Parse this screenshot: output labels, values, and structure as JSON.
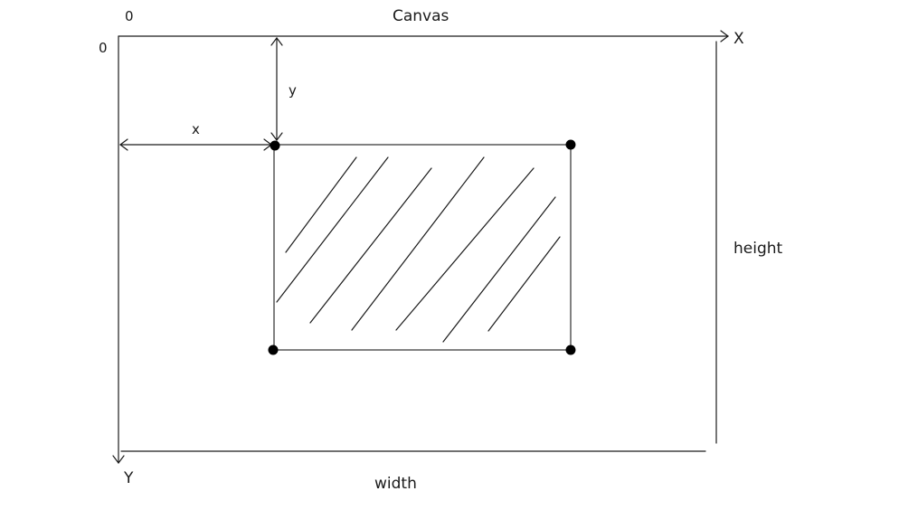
{
  "labels": {
    "canvas_title": "Canvas",
    "origin_x": "0",
    "origin_y": "0",
    "x_axis": "X",
    "y_axis": "Y",
    "x_offset": "x",
    "y_offset": "y",
    "height": "height",
    "width": "width"
  },
  "colors": {
    "stroke": "#1a1a1a",
    "background": "#ffffff"
  }
}
